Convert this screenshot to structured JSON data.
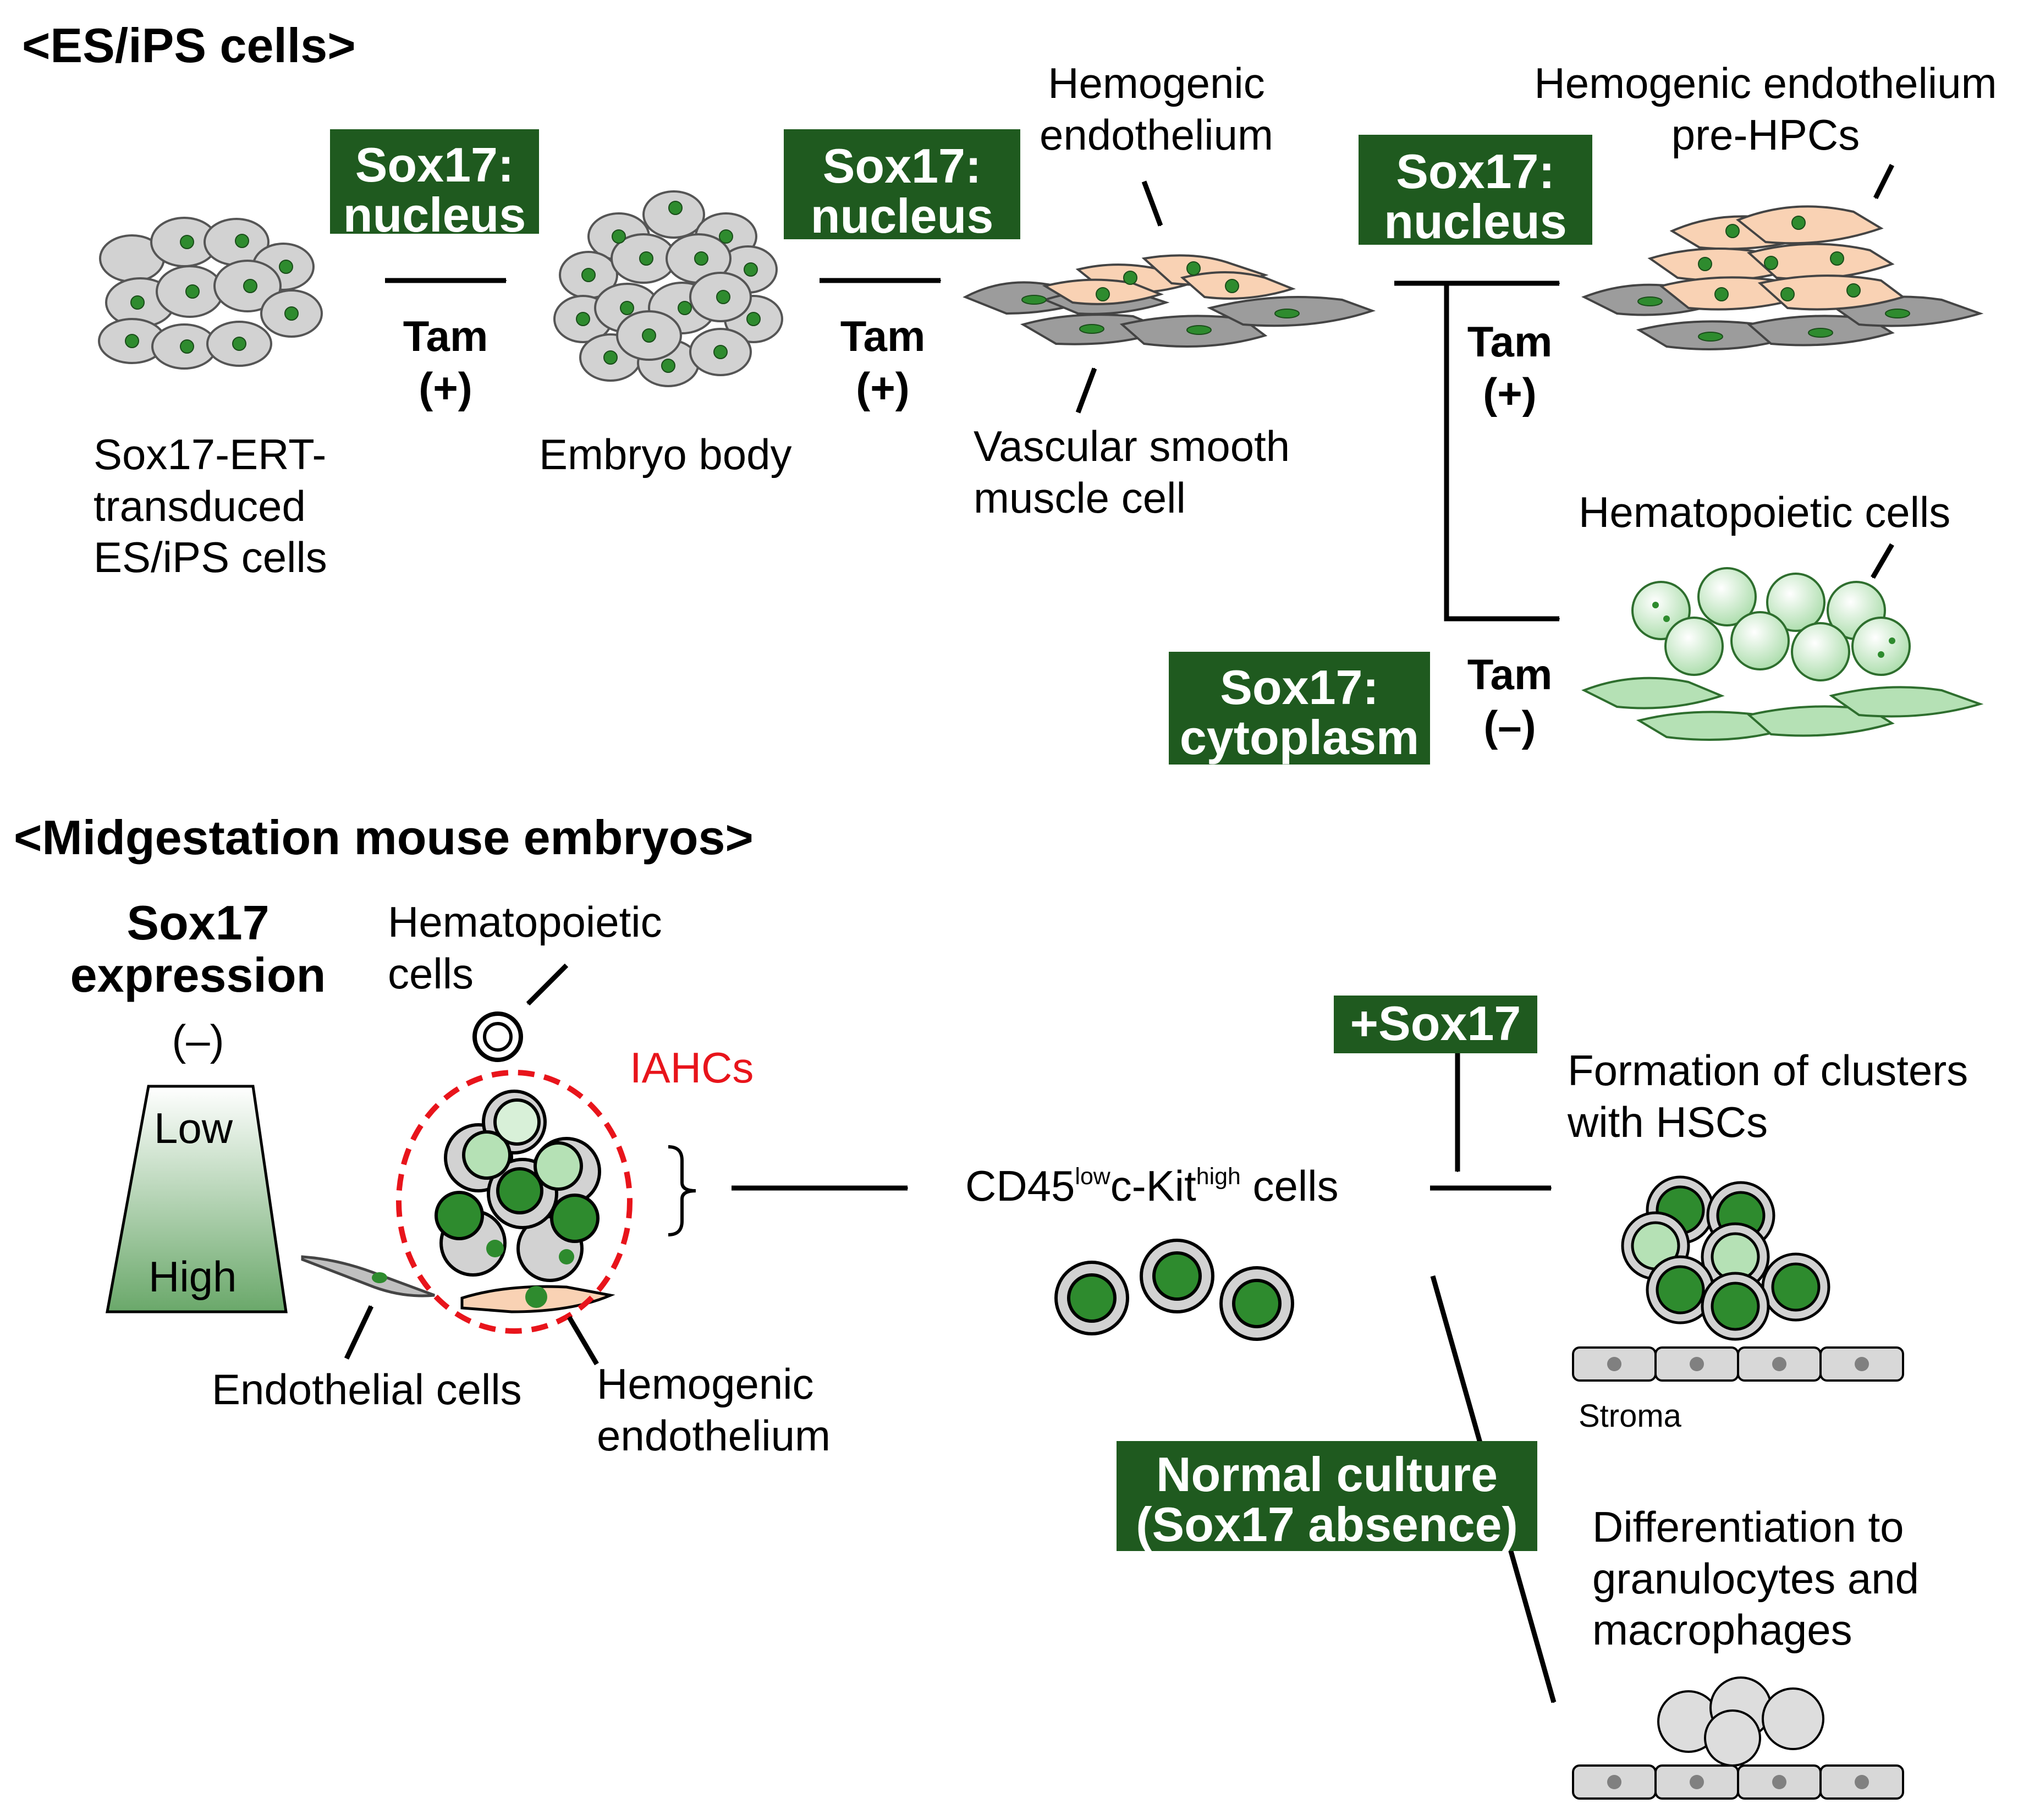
{
  "colors": {
    "box_green": "#1f5a1f",
    "nucleus_green": "#2e8b2e",
    "gray_cell": "#c8c8c8",
    "peach_cell": "#f9d2b4",
    "light_green_cell": "#b5e1b5",
    "iahc_red": "#e8141b"
  },
  "es_section": {
    "title": "<ES/iPS cells>",
    "box1": {
      "line1": "Sox17:",
      "line2": "nucleus"
    },
    "box2": {
      "line1": "Sox17:",
      "line2": "nucleus"
    },
    "box3": {
      "line1": "Sox17:",
      "line2": "nucleus"
    },
    "box4": {
      "line1": "Sox17:",
      "line2": "cytoplasm"
    },
    "tam1": {
      "line1": "Tam",
      "line2": "(+)"
    },
    "tam2": {
      "line1": "Tam",
      "line2": "(+)"
    },
    "tam3": {
      "line1": "Tam",
      "line2": "(+)"
    },
    "tam4": {
      "line1": "Tam",
      "line2": "(–)"
    },
    "label_es_cells": {
      "line1": "Sox17-ERT-",
      "line2": "transduced",
      "line3": "ES/iPS cells"
    },
    "label_embryo_body": "Embryo body",
    "label_hemogenic": {
      "line1": "Hemogenic",
      "line2": "endothelium"
    },
    "label_vsmc": {
      "line1": "Vascular smooth",
      "line2": "muscle cell"
    },
    "label_he_prehpc": {
      "line1": "Hemogenic endothelium",
      "line2": "pre-HPCs"
    },
    "label_hematopoietic": "Hematopoietic cells"
  },
  "mouse_section": {
    "title": "<Midgestation mouse embryos>",
    "sox17_expression": {
      "line1": "Sox17",
      "line2": "expression"
    },
    "neg": "(–)",
    "low": "Low",
    "high": "High",
    "hematopoietic_cells": {
      "line1": "Hematopoietic",
      "line2": "cells"
    },
    "iahcs": "IAHCs",
    "endothelial_cells": "Endothelial cells",
    "hemogenic_endothelium": {
      "line1": "Hemogenic",
      "line2": "endothelium"
    },
    "cd45": {
      "pre": "CD45",
      "sup1": "low",
      "mid": "c-Kit",
      "sup2": "high",
      "post": " cells"
    },
    "plus_sox17": "+Sox17",
    "formation": {
      "line1": "Formation of clusters",
      "line2": "with HSCs"
    },
    "stroma": "Stroma",
    "normal_culture": {
      "line1": "Normal culture",
      "line2": "(Sox17 absence)"
    },
    "differentiation": {
      "line1": "Differentiation to",
      "line2": "granulocytes and",
      "line3": "macrophages"
    }
  }
}
